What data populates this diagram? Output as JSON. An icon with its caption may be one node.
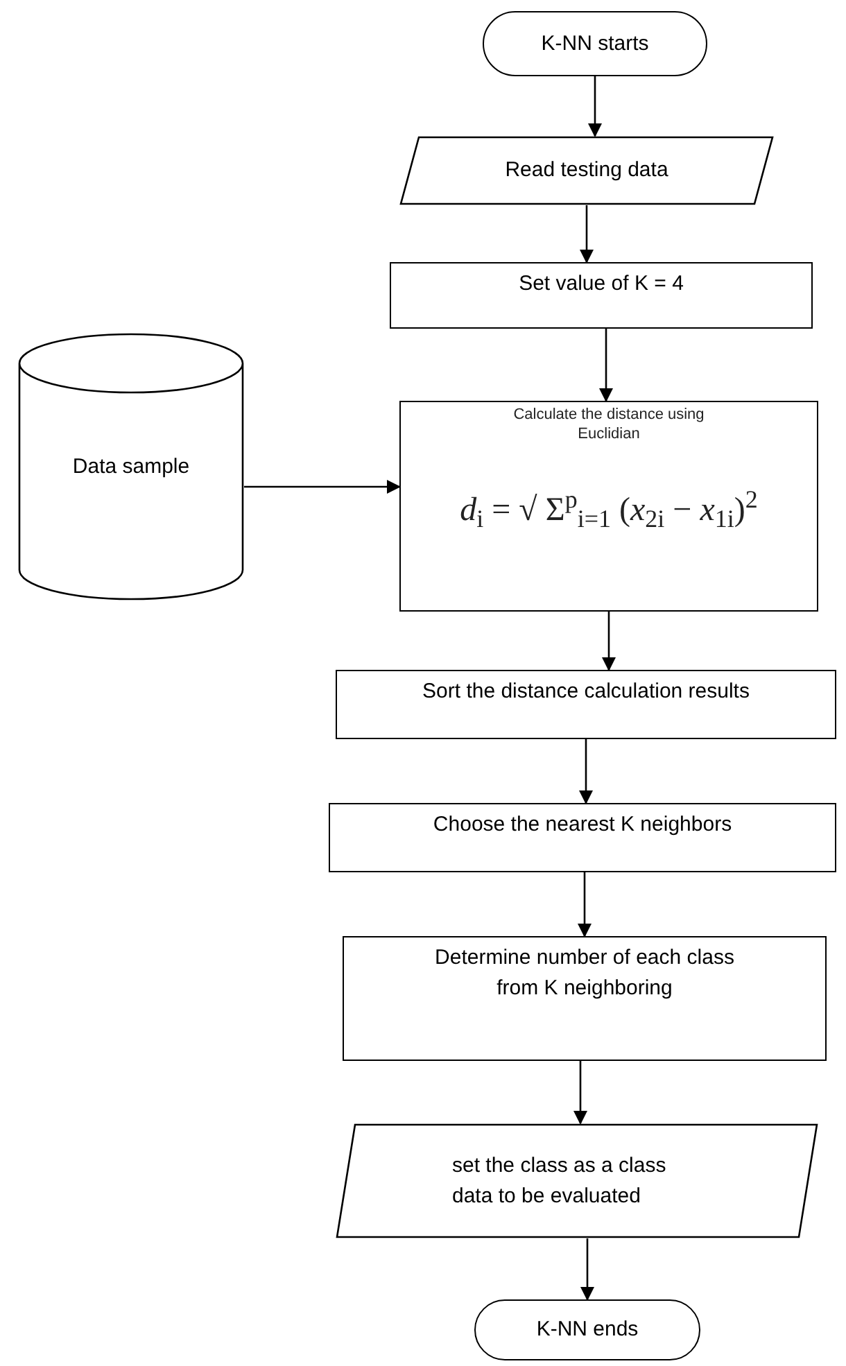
{
  "diagram": {
    "nodes": [
      {
        "text": [
          "K-NN starts"
        ]
      },
      {
        "text": [
          "Read testing data"
        ]
      },
      {
        "text": [
          "Set value of K = 4"
        ]
      },
      {
        "text": [
          "Calculate the distance using Euclidian",
          "*d*$_{i}$ = √ Σ$^{p}$$_{i=1}$ (*x*$_{2i}$ − *x*$_{1i}$)$^{2}$"
        ]
      },
      {
        "text": [
          "Data sample"
        ]
      },
      {
        "text": [
          "Sort the distance calculation results"
        ]
      },
      {
        "text": [
          "Choose the nearest K neighbors"
        ]
      },
      {
        "text": [
          "Determine number of each class from K neighboring"
        ]
      },
      {
        "text": [
          "set the class as a class data to be evaluated"
        ]
      },
      {
        "text": [
          "K-NN ends"
        ]
      }
    ],
    "edges": [
      {
        "from": 0,
        "to": 1,
        "arrow": "to"
      },
      {
        "from": 1,
        "to": 2,
        "arrow": "to"
      },
      {
        "from": 2,
        "to": 3,
        "arrow": "to"
      },
      {
        "from": 4,
        "to": 3,
        "arrow": "to"
      },
      {
        "from": 3,
        "to": 5,
        "arrow": "to"
      },
      {
        "from": 5,
        "to": 6,
        "arrow": "to"
      },
      {
        "from": 6,
        "to": 7,
        "arrow": "to"
      },
      {
        "from": 7,
        "to": 8,
        "arrow": "to"
      },
      {
        "from": 8,
        "to": 9,
        "arrow": "to"
      }
    ]
  }
}
